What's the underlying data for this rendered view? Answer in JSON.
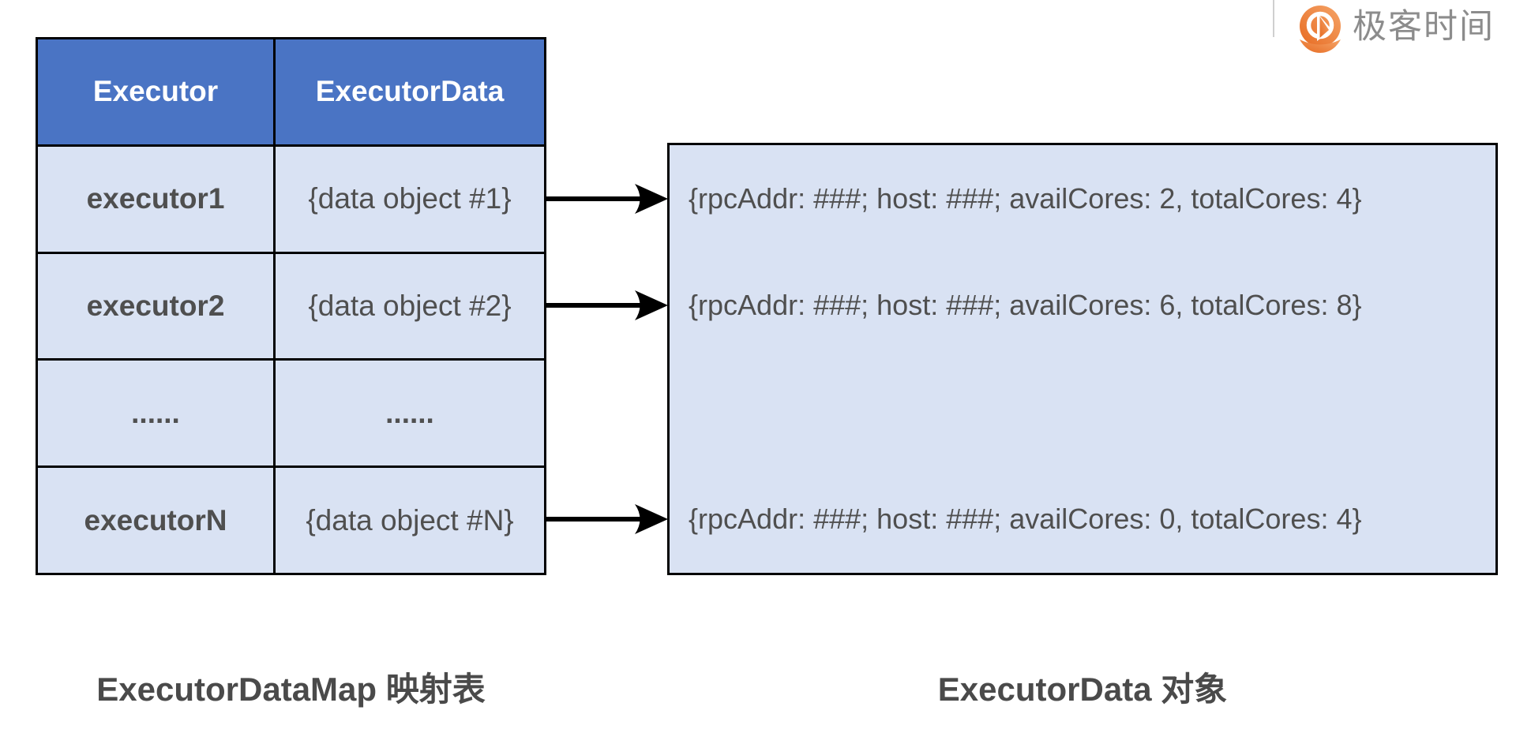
{
  "brand": {
    "name": "极客时间",
    "icon": "geektime-pin-icon",
    "icon_color_start": "#F5A468",
    "icon_color_end": "#E76B22",
    "text_color": "#8C8C8C"
  },
  "executor_data_map": {
    "caption": "ExecutorDataMap 映射表",
    "columns": [
      "Executor",
      "ExecutorData"
    ],
    "rows": [
      {
        "executor": "executor1",
        "executor_data": "{data object #1}",
        "has_arrow": true
      },
      {
        "executor": "executor2",
        "executor_data": "{data object #2}",
        "has_arrow": true
      },
      {
        "executor": "......",
        "executor_data": "......",
        "has_arrow": false
      },
      {
        "executor": "executorN",
        "executor_data": "{data object #N}",
        "has_arrow": true
      }
    ],
    "header_bg": "#4A74C4",
    "header_text_color": "#FFFFFF",
    "cell_bg": "#D9E2F3",
    "cell_text_color": "#4F4F4F",
    "border_color": "#000000"
  },
  "executor_data_objects": {
    "caption": "ExecutorData 对象",
    "entries": [
      "{rpcAddr: ###; host: ###; availCores: 2, totalCores: 4}",
      "{rpcAddr: ###; host: ###; availCores: 6, totalCores: 8}",
      "{rpcAddr: ###; host: ###; availCores: 0, totalCores: 4}"
    ],
    "box_bg": "#D9E2F3",
    "text_color": "#4F4F4F",
    "arrow_color": "#000000"
  }
}
